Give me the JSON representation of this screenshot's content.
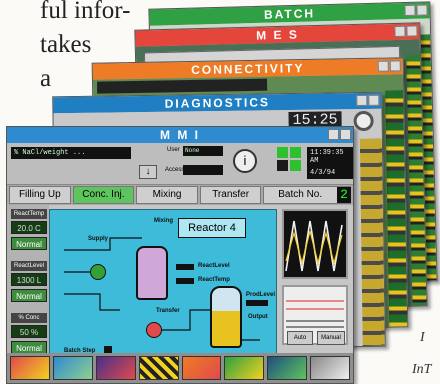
{
  "article": {
    "lines": [
      "ful infor-",
      "takes",
      "a"
    ],
    "footer_1": "I",
    "footer_2": "InT"
  },
  "windows": {
    "batch": {
      "title": "BATCH",
      "color": "#2fa043"
    },
    "mes": {
      "title": "M E S",
      "color": "#e5463b"
    },
    "connectivity": {
      "title": "CONNECTIVITY",
      "color": "#ee7c26"
    },
    "diagnostics": {
      "title": "DIAGNOSTICS",
      "color": "#1f7fc2"
    },
    "mmi": {
      "title": "M M I",
      "color": "#2f8bd0"
    }
  },
  "diagnostics_clock": "15:25",
  "mmi": {
    "top_lcd": "% NaCl/weight ...",
    "user_label": "User",
    "user_value": "None",
    "access_label": "Access",
    "clock_time": "11:39:35 AM",
    "clock_date": "4/3/94",
    "tabs": [
      "Filling Up",
      "Conc. Inj.",
      "Mixing",
      "Transfer",
      "Batch No."
    ],
    "batch_no_digit": "2",
    "left_panel": [
      {
        "label": "ReactTemp",
        "value": "20.0 C",
        "status": "Normal"
      },
      {
        "label": "ReactLevel",
        "value": "1300 L",
        "status": "Normal"
      },
      {
        "label": "% Conc",
        "value": "50 %",
        "status": "Normal"
      }
    ],
    "diagram": {
      "title": "Reactor 4",
      "supply": "Supply",
      "mixing": "Mixing",
      "react_level": "ReactLevel",
      "react_temp": "ReactTemp",
      "transfer": "Transfer",
      "prod_level": "ProdLevel",
      "output": "Output",
      "batch_step": "Batch Step"
    },
    "auto_label": "Auto",
    "manual_label": "Manual"
  }
}
